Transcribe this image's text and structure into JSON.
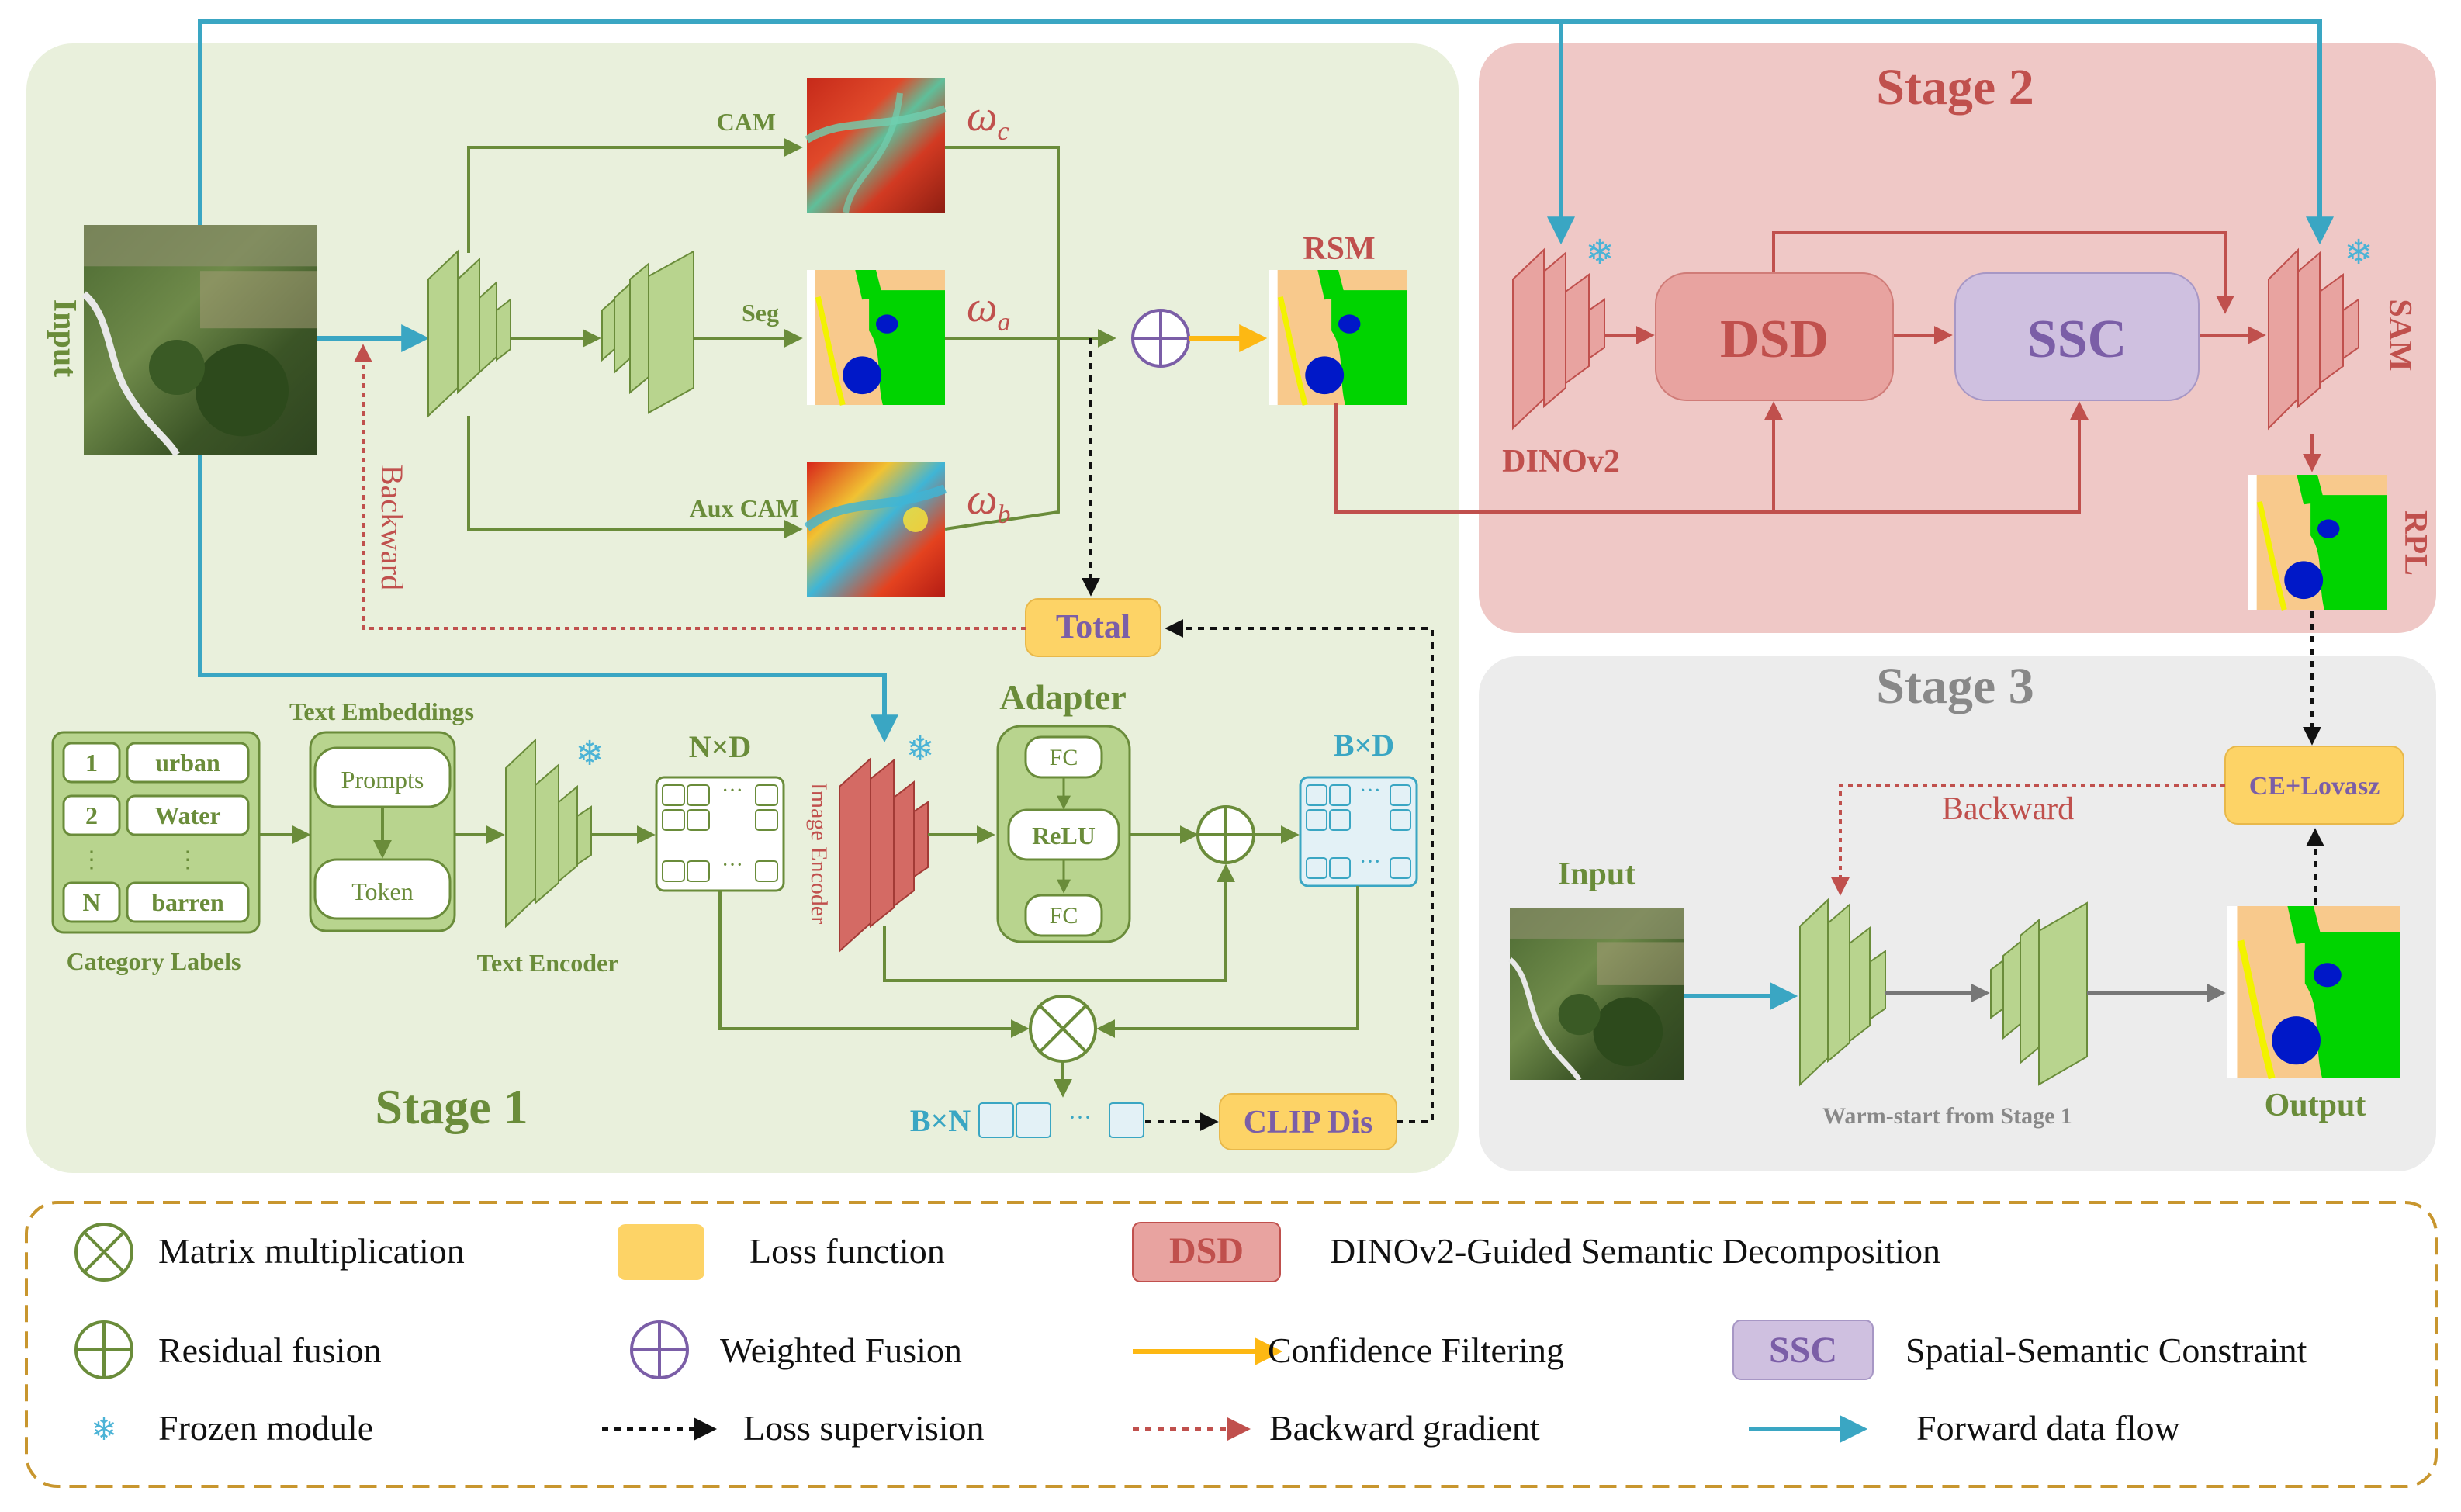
{
  "stage1": {
    "title": "Stage 1",
    "input_label": "Input",
    "backward_label": "Backward",
    "branches": {
      "cam": "CAM",
      "seg": "Seg",
      "aux": "Aux CAM"
    },
    "weights": {
      "wc": "ω",
      "wc_sub": "c",
      "wa": "ω",
      "wa_sub": "a",
      "wb": "ω",
      "wb_sub": "b"
    },
    "rsm_label": "RSM",
    "total_label": "Total",
    "text_embeddings_label": "Text Embeddings",
    "category_labels_title": "Category Labels",
    "category_rows": [
      {
        "num": "1",
        "name": "urban"
      },
      {
        "num": "2",
        "name": "Water"
      },
      {
        "num": "⋮",
        "name": "⋮"
      },
      {
        "num": "N",
        "name": "barren"
      }
    ],
    "prompts_label": "Prompts",
    "token_label": "Token",
    "text_encoder_label": "Text Encoder",
    "nxd_label": "N×D",
    "image_encoder_label": "Image Encoder",
    "adapter_title": "Adapter",
    "fc1_label": "FC",
    "relu_label": "ReLU",
    "fc2_label": "FC",
    "bxd_label": "B×D",
    "bxn_label": "B×N",
    "clip_dis_label": "CLIP Dis"
  },
  "stage2": {
    "title": "Stage 2",
    "dinov2_label": "DINOv2",
    "dsd_label": "DSD",
    "ssc_label": "SSC",
    "sam_label": "SAM",
    "rpl_label": "RPL"
  },
  "stage3": {
    "title": "Stage 3",
    "input_label": "Input",
    "backward_label": "Backward",
    "loss_label": "CE+Lovasz",
    "warm_start_label": "Warm-start from Stage 1",
    "output_label": "Output"
  },
  "legend": {
    "matrix_mult": "Matrix multiplication",
    "loss_function": "Loss function",
    "dsd_tag": "DSD",
    "dsd_desc": "DINOv2-Guided Semantic Decomposition",
    "residual_fusion": "Residual fusion",
    "weighted_fusion": "Weighted Fusion",
    "confidence_filtering": "Confidence Filtering",
    "ssc_tag": "SSC",
    "ssc_desc": "Spatial-Semantic Constraint",
    "frozen_module": "Frozen module",
    "loss_supervision": "Loss supervision",
    "backward_gradient": "Backward gradient",
    "forward_flow": "Forward data flow"
  },
  "colors": {
    "stage1_bg": "#e9f0dc",
    "stage2_bg": "#efc8c6",
    "stage3_bg": "#ececec",
    "green": "#6a8c3a",
    "green_fill": "#b8d48e",
    "red_label": "#c0504d",
    "blue_arrow": "#3aa6c3",
    "loss_fill": "#fdd366",
    "purple": "#7b5ea7",
    "ssc_fill": "#cfc0e0",
    "dsd_fill": "#e8a3a0",
    "legend_border": "#c8962e",
    "frozen_icon": "#4bb3d6",
    "confidence": "#fdb813"
  }
}
